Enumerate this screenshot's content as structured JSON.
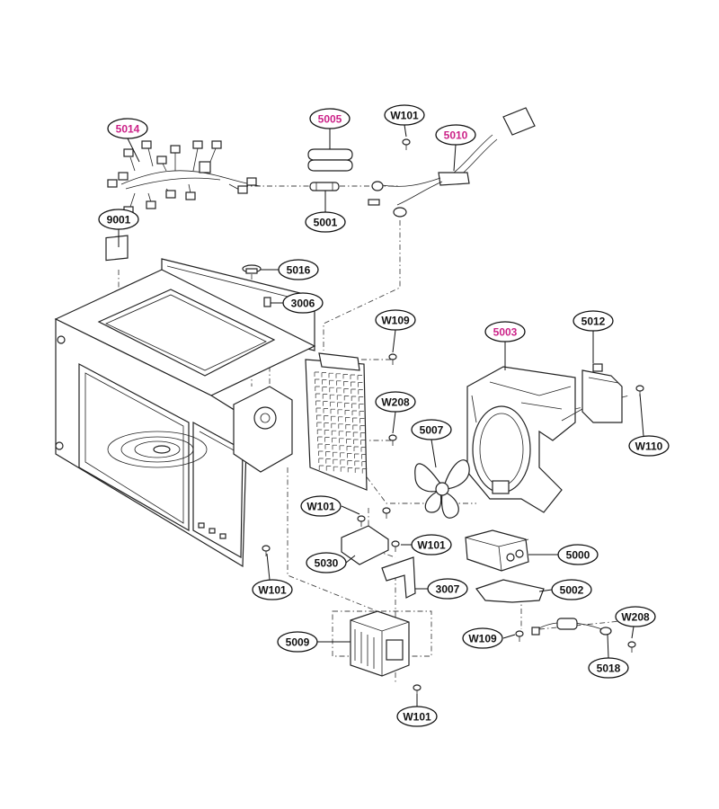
{
  "colors": {
    "line": "#222222",
    "label_normal": "#111111",
    "label_highlight": "#cc2288"
  },
  "labels": [
    {
      "id": "5014",
      "text": "5014",
      "highlight": true
    },
    {
      "id": "5005",
      "text": "5005",
      "highlight": true
    },
    {
      "id": "W101-top",
      "text": "W101",
      "highlight": false
    },
    {
      "id": "5010",
      "text": "5010",
      "highlight": true
    },
    {
      "id": "9001",
      "text": "9001",
      "highlight": false
    },
    {
      "id": "5001",
      "text": "5001",
      "highlight": false
    },
    {
      "id": "5016",
      "text": "5016",
      "highlight": false
    },
    {
      "id": "3006",
      "text": "3006",
      "highlight": false
    },
    {
      "id": "W109-top",
      "text": "W109",
      "highlight": false
    },
    {
      "id": "5003",
      "text": "5003",
      "highlight": true
    },
    {
      "id": "5012",
      "text": "5012",
      "highlight": false
    },
    {
      "id": "W208-mid",
      "text": "W208",
      "highlight": false
    },
    {
      "id": "5007",
      "text": "5007",
      "highlight": false
    },
    {
      "id": "W110",
      "text": "W110",
      "highlight": false
    },
    {
      "id": "W101-mid",
      "text": "W101",
      "highlight": false
    },
    {
      "id": "W101-right",
      "text": "W101",
      "highlight": false
    },
    {
      "id": "5000",
      "text": "5000",
      "highlight": false
    },
    {
      "id": "5030",
      "text": "5030",
      "highlight": false
    },
    {
      "id": "W101-left",
      "text": "W101",
      "highlight": false
    },
    {
      "id": "3007",
      "text": "3007",
      "highlight": false
    },
    {
      "id": "5002",
      "text": "5002",
      "highlight": false
    },
    {
      "id": "W208-right",
      "text": "W208",
      "highlight": false
    },
    {
      "id": "5009",
      "text": "5009",
      "highlight": false
    },
    {
      "id": "W109-bottom",
      "text": "W109",
      "highlight": false
    },
    {
      "id": "5018",
      "text": "5018",
      "highlight": false
    },
    {
      "id": "W101-bottom",
      "text": "W101",
      "highlight": false
    }
  ]
}
